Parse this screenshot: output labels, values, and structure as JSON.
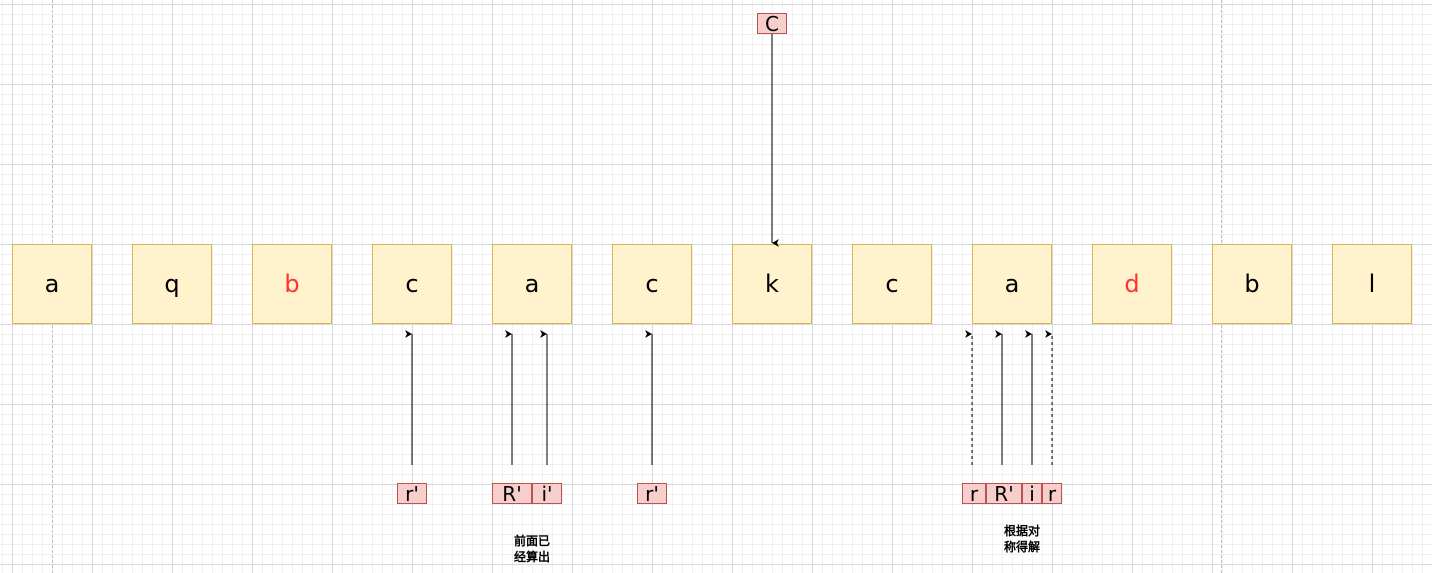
{
  "cells": [
    {
      "label": "a",
      "color": "#000000"
    },
    {
      "label": "q",
      "color": "#000000"
    },
    {
      "label": "b",
      "color": "#ff3333"
    },
    {
      "label": "c",
      "color": "#000000"
    },
    {
      "label": "a",
      "color": "#000000"
    },
    {
      "label": "c",
      "color": "#000000"
    },
    {
      "label": "k",
      "color": "#000000"
    },
    {
      "label": "c",
      "color": "#000000"
    },
    {
      "label": "a",
      "color": "#000000"
    },
    {
      "label": "d",
      "color": "#ff3333"
    },
    {
      "label": "b",
      "color": "#000000"
    },
    {
      "label": "l",
      "color": "#000000"
    }
  ],
  "pointers": {
    "center": "C",
    "mirror_r_left": "r'",
    "prev_R": "R'",
    "mirror_i": "i'",
    "mirror_r_right": "r'",
    "cur_r_left": "r",
    "cur_R": "R'",
    "cur_i": "i",
    "cur_r_right": "r"
  },
  "notes": {
    "computed_line1": "前面已",
    "computed_line2": "经算出",
    "symmetric_line1": "根据对",
    "symmetric_line2": "称得解"
  },
  "colors": {
    "cell_fill": "#fff2cc",
    "cell_border": "#d6b656",
    "tag_fill": "#f8cecc",
    "tag_border": "#b85450",
    "highlight_text": "#ff3333"
  }
}
